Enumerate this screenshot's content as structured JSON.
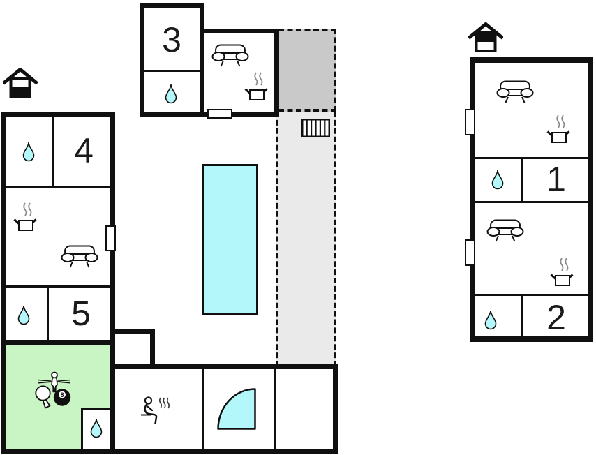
{
  "document": {
    "kind": "vacation-home-floor-plan",
    "background": "#ffffff"
  },
  "colors": {
    "wall": "#101010",
    "water": "#b3f7fa",
    "games_room": "#c9f4c4",
    "terrace_dark": "#c9c9c9",
    "terrace_light": "#eaeaea",
    "steam": "#8a8a8a",
    "label": "#1a1a1a"
  },
  "main_house": {
    "bedroom_3": {
      "label": "3"
    },
    "bedroom_4": {
      "label": "4"
    },
    "bedroom_5": {
      "label": "5"
    }
  },
  "annex": {
    "bedroom_1": {
      "label": "1"
    },
    "bedroom_2": {
      "label": "2"
    }
  },
  "games_room": {
    "eight_ball_label": "8"
  },
  "icons": {
    "house_ground_floor": "house-icon-lower-half-filled",
    "house_upper_floor": "house-icon-upper-half-filled",
    "water_drop": "bathroom-water-drop",
    "sofa": "living-area-sofa",
    "pot": "kitchen-cooking-pot-with-steam",
    "sauna": "sauna-person-with-steam",
    "stairs": "stairs",
    "games": "table-tennis-paddle-eight-ball-foosball-player",
    "corner_bath": "corner-bathtub",
    "pool": "swimming-pool"
  }
}
